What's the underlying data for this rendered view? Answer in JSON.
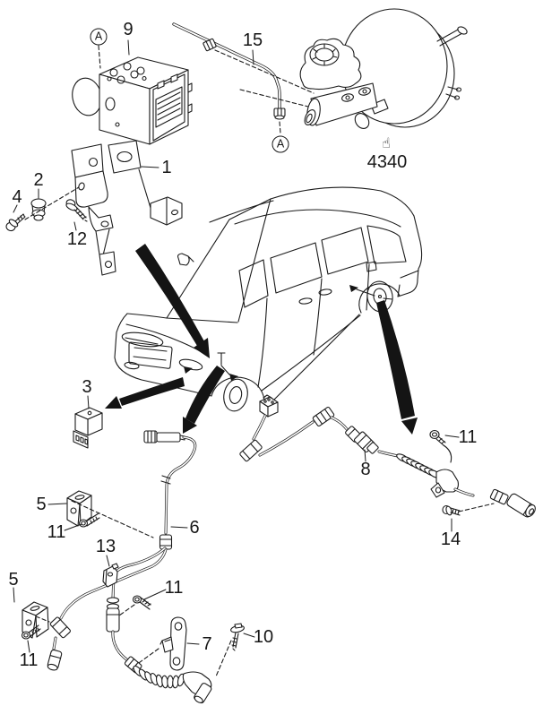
{
  "diagram": {
    "background": "#ffffff",
    "line_color": "#1b1b1b",
    "assembly_ref": {
      "code": "4340"
    },
    "view_markers": {
      "hydraulic_unit": "A",
      "master_cylinder": "A"
    },
    "pointer_glyph": "☝",
    "callouts": {
      "abs_hydraulic_unit": "9",
      "mounting_bracket": "1",
      "damper_grommet": "2",
      "bolt_front": "4",
      "tapping_screw": "12",
      "brake_pipe": "15",
      "abs_relay": "3",
      "front_sensor_cable": "6",
      "clip_bracket_upper": "5",
      "clip_bracket_lower": "5",
      "bolt_upper": "11",
      "bolt_middle": "11",
      "bolt_lower": "11",
      "bolt_rear_upper": "11",
      "clamp_bracket": "13",
      "sensor_bracket": "7",
      "sensor_bolt": "10",
      "rear_sensor_cable": "8",
      "rear_sensor_bolt": "14"
    }
  }
}
